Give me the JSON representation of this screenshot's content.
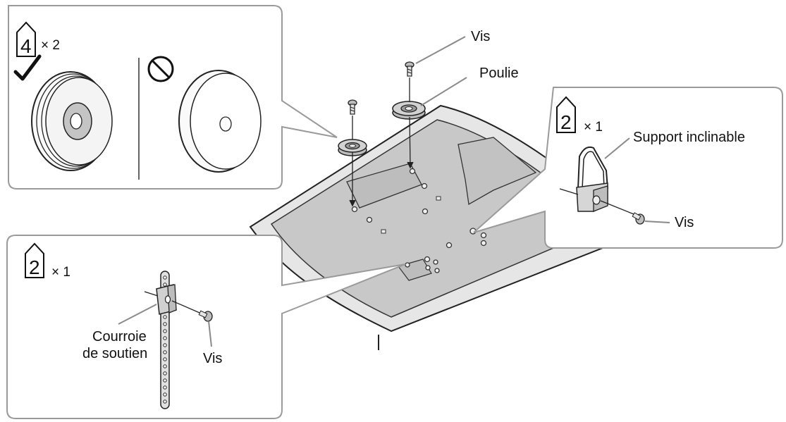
{
  "labels": {
    "vis_top": "Vis",
    "poulie": "Poulie",
    "support_inclinable": "Support inclinable",
    "vis_right": "Vis",
    "courroie_line1": "Courroie",
    "courroie_line2": "de soutien",
    "vis_left": "Vis"
  },
  "callout_pulleys": {
    "badge": "4",
    "quantity": "× 2",
    "ok_mark_icon": "check-icon",
    "ng_mark_icon": "prohibited-icon"
  },
  "callout_stand": {
    "badge": "2",
    "quantity": "× 1"
  },
  "callout_strap": {
    "badge": "2",
    "quantity": "× 1"
  },
  "colors": {
    "panel_border": "#9a9a9a",
    "tv_body": "#e6e6e6",
    "tv_back": "#c8c8c8"
  }
}
